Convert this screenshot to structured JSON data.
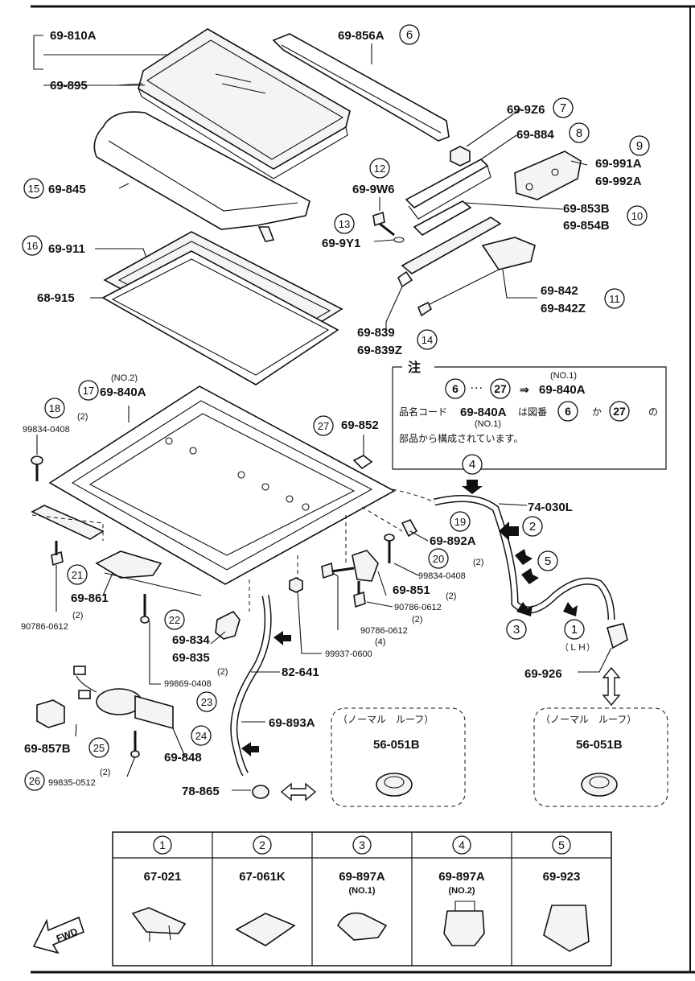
{
  "labels": {
    "p810": "69-810A",
    "p895": "69-895",
    "p856": "69-856A",
    "p9z6": "69-9Z6",
    "p884": "69-884",
    "p991": "69-991A",
    "p992": "69-992A",
    "p9w6": "69-9W6",
    "p845": "69-845",
    "p853": "69-853B",
    "p854": "69-854B",
    "p9y1": "69-9Y1",
    "p911": "69-911",
    "p842": "69-842",
    "p842z": "69-842Z",
    "p915": "68-915",
    "p839": "69-839",
    "p839z": "69-839Z",
    "no2": "(NO.2)",
    "p840": "69-840A",
    "p852": "69-852",
    "bolt18": "99834-0408",
    "qty2": "(2)",
    "qty4": "(4)",
    "p740": "74-030L",
    "p892": "69-892A",
    "bolt20": "99834-0408",
    "p861": "69-861",
    "p851": "69-851",
    "bolt0612a": "90786-0612",
    "bolt0612b": "90786-0612",
    "bolt0612c": "90786-0612",
    "p834": "69-834",
    "p835": "69-835",
    "nut0600": "99937-0600",
    "lh": "（ＬＨ）",
    "p926": "69-926",
    "bolt0869": "99869-0408",
    "p641": "82-641",
    "p857": "69-857B",
    "p848": "69-848",
    "p893": "69-893A",
    "normal1": "（ノーマル　ルーフ）",
    "normal2": "（ノーマル　ルーフ）",
    "p056a": "56-051B",
    "p056b": "56-051B",
    "bolt0512": "99835-0512",
    "p865": "78-865",
    "fwd": "FWD"
  },
  "note": {
    "head": "注",
    "no1a": "(NO.1)",
    "dots": "･･･",
    "arrow": "⇒",
    "part": "69-840A",
    "line2a": "品名コード",
    "line2b": "69-840A",
    "line2c": "は図番",
    "line2d": "か",
    "line2e": "の",
    "no1b": "(NO.1)",
    "line3": "部品から構成されています。"
  },
  "callouts": [
    "1",
    "2",
    "3",
    "4",
    "5",
    "6",
    "7",
    "8",
    "9",
    "10",
    "11",
    "12",
    "13",
    "14",
    "15",
    "16",
    "17",
    "18",
    "19",
    "20",
    "21",
    "22",
    "23",
    "24",
    "25",
    "26",
    "27"
  ],
  "table": {
    "headers": [
      "1",
      "2",
      "3",
      "4",
      "5"
    ],
    "parts": [
      "67-021",
      "67-061K",
      "69-897A",
      "69-897A",
      "69-923"
    ],
    "subs": [
      "",
      "",
      "(NO.1)",
      "(NO.2)",
      ""
    ]
  }
}
